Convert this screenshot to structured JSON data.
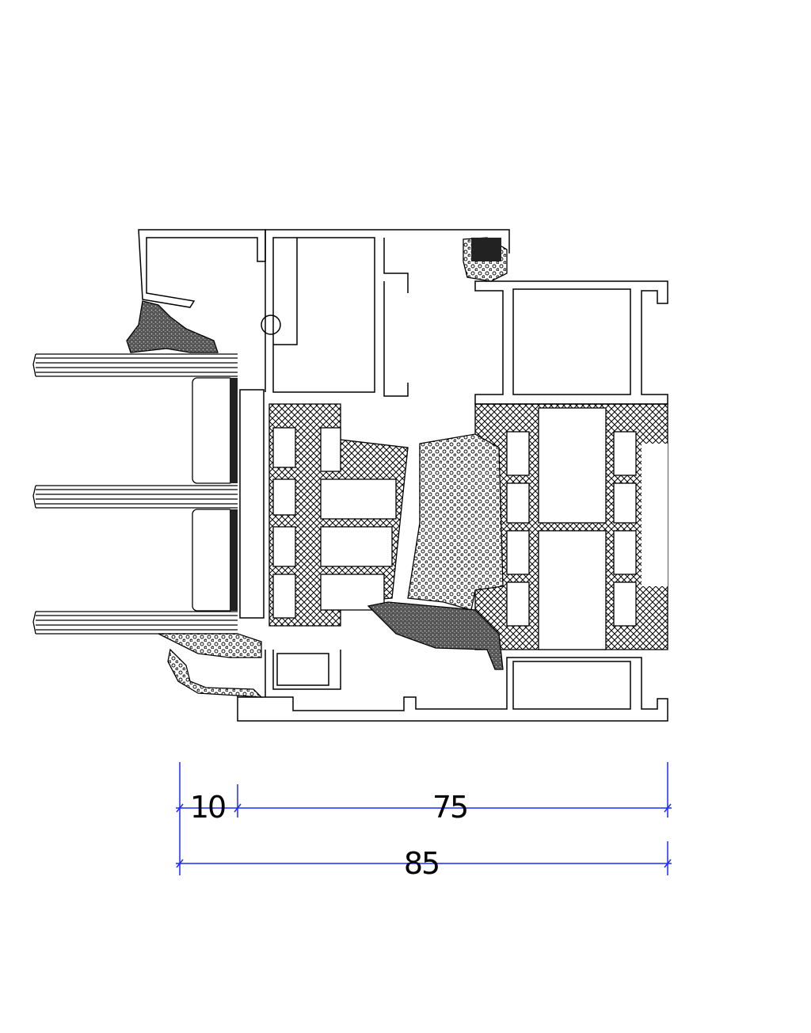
{
  "drawing": {
    "type": "window profile cross-section",
    "colors": {
      "line": "#000000",
      "dimension": "#1a2cff",
      "gasket_dark": "#444444"
    }
  },
  "dimensions": [
    {
      "id": "glass-offset",
      "label": "10"
    },
    {
      "id": "frame-depth",
      "label": "75"
    },
    {
      "id": "total-depth",
      "label": "85"
    }
  ]
}
